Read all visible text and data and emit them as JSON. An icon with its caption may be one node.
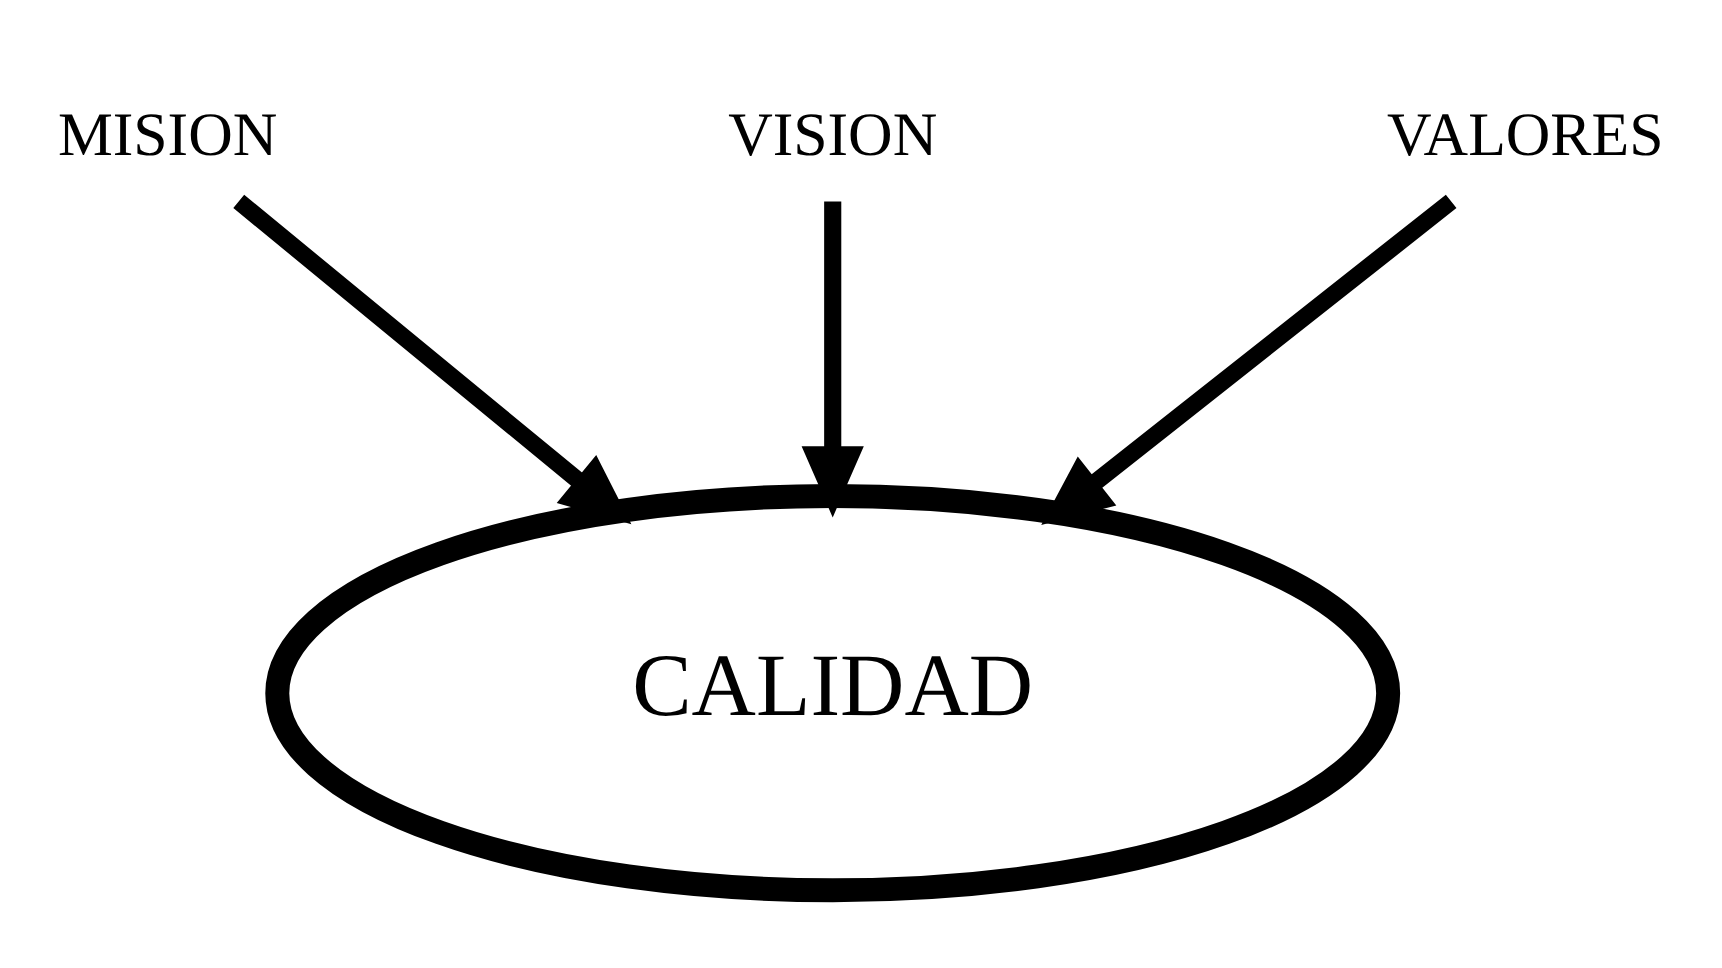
{
  "diagram": {
    "nodes": [
      {
        "text": [
          "MISION"
        ]
      },
      {
        "text": [
          "VISION"
        ]
      },
      {
        "text": [
          "VALORES"
        ]
      },
      {
        "text": [
          "CALIDAD"
        ]
      }
    ],
    "edges": [
      {
        "from": 0,
        "to": 3,
        "arrow": "to"
      },
      {
        "from": 1,
        "to": 3,
        "arrow": "to"
      },
      {
        "from": 2,
        "to": 3,
        "arrow": "to"
      }
    ]
  }
}
